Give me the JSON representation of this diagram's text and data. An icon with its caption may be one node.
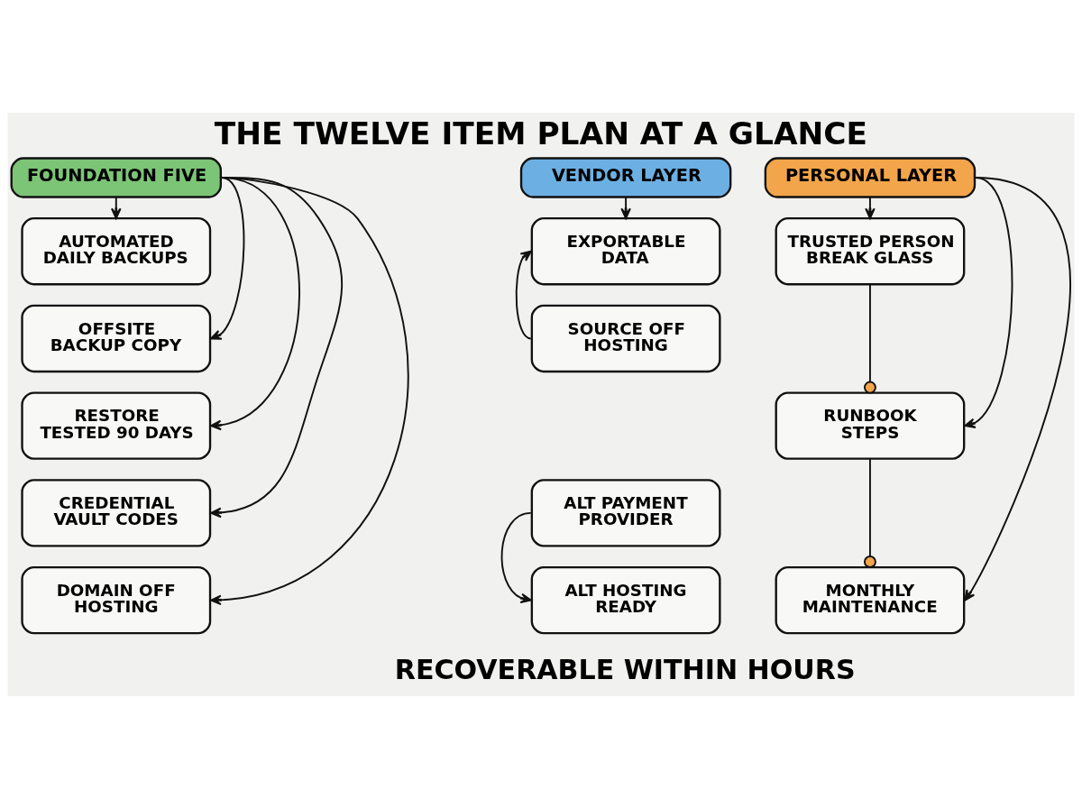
{
  "diagram": {
    "title": "THE TWELVE ITEM PLAN AT A GLANCE",
    "caption": "RECOVERABLE WITHIN HOURS",
    "nodes": [
      {
        "text": [
          "FOUNDATION FIVE"
        ]
      },
      {
        "text": [
          "AUTOMATED DAILY BACKUPS"
        ]
      },
      {
        "text": [
          "OFFSITE BACKUP COPY"
        ]
      },
      {
        "text": [
          "RESTORE TESTED 90 DAYS"
        ]
      },
      {
        "text": [
          "CREDENTIAL VAULT CODES"
        ]
      },
      {
        "text": [
          "DOMAIN OFF HOSTING"
        ]
      },
      {
        "text": [
          "VENDOR LAYER"
        ]
      },
      {
        "text": [
          "EXPORTABLE DATA"
        ]
      },
      {
        "text": [
          "SOURCE OFF HOSTING"
        ]
      },
      {
        "text": [
          "ALT PAYMENT PROVIDER"
        ]
      },
      {
        "text": [
          "ALT HOSTING READY"
        ]
      },
      {
        "text": [
          "PERSONAL LAYER"
        ]
      },
      {
        "text": [
          "TRUSTED PERSON BREAK GLASS"
        ]
      },
      {
        "text": [
          "RUNBOOK STEPS"
        ]
      },
      {
        "text": [
          "MONTHLY MAINTENANCE"
        ]
      }
    ],
    "edges": [
      {
        "from": 0,
        "to": 1,
        "arrow": "to"
      },
      {
        "from": 0,
        "to": 2,
        "arrow": "to"
      },
      {
        "from": 0,
        "to": 3,
        "arrow": "to"
      },
      {
        "from": 0,
        "to": 4,
        "arrow": "to"
      },
      {
        "from": 0,
        "to": 5,
        "arrow": "to"
      },
      {
        "from": 6,
        "to": 7,
        "arrow": "to"
      },
      {
        "from": 8,
        "to": 7,
        "arrow": "to"
      },
      {
        "from": 9,
        "to": 10,
        "arrow": "to"
      },
      {
        "from": 11,
        "to": 12,
        "arrow": "to"
      },
      {
        "from": 11,
        "to": 13,
        "arrow": "to"
      },
      {
        "from": 11,
        "to": 14,
        "arrow": "to"
      },
      {
        "from": 12,
        "to": 13,
        "arrow": "other"
      },
      {
        "from": 13,
        "to": 14,
        "arrow": "other"
      }
    ]
  }
}
